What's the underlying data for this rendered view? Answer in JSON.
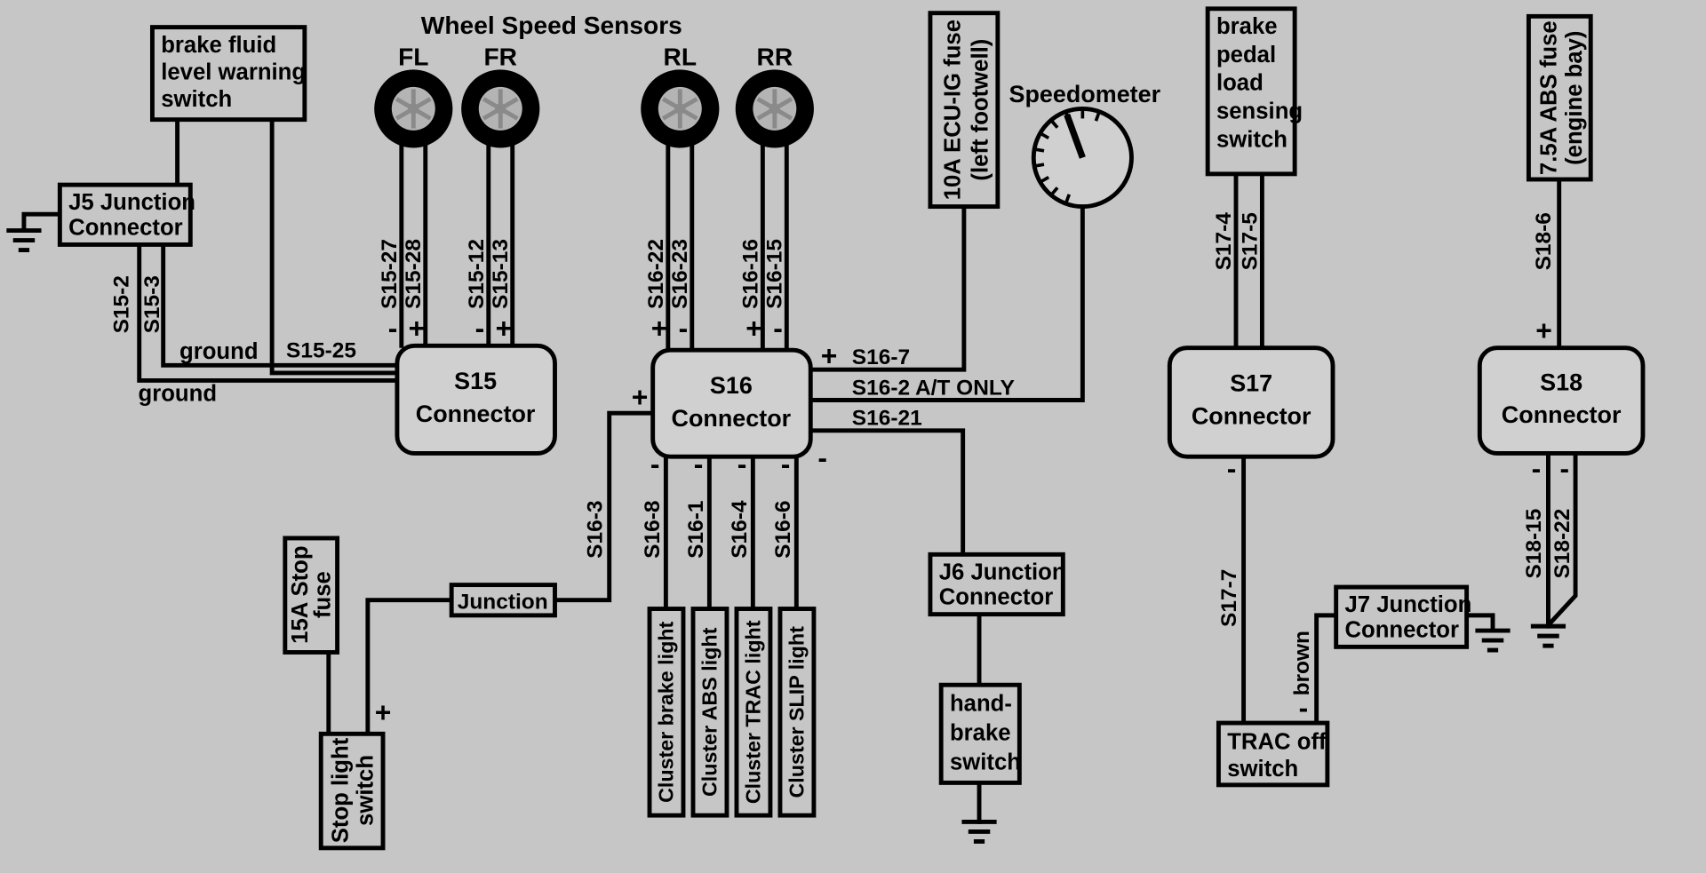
{
  "title": "Wheel Speed Sensors",
  "wheels": {
    "fl": "FL",
    "fr": "FR",
    "rl": "RL",
    "rr": "RR"
  },
  "components": {
    "brake_fluid_switch": [
      "brake fluid",
      "level warning",
      "switch"
    ],
    "j5_junction": [
      "J5 Junction",
      "Connector"
    ],
    "s15_connector": [
      "S15",
      "Connector"
    ],
    "s16_connector": [
      "S16",
      "Connector"
    ],
    "s17_connector": [
      "S17",
      "Connector"
    ],
    "s18_connector": [
      "S18",
      "Connector"
    ],
    "ecu_ig_fuse": [
      "10A ECU-IG fuse",
      "(left footwell)"
    ],
    "speedometer": "Speedometer",
    "brake_pedal_switch": [
      "brake",
      "pedal",
      "load",
      "sensing",
      "switch"
    ],
    "abs_fuse": [
      "7.5A ABS fuse",
      "(engine bay)"
    ],
    "stop_fuse": [
      "15A Stop",
      "fuse"
    ],
    "stop_light_switch": [
      "Stop light",
      "switch"
    ],
    "junction": "Junction",
    "j6_junction": [
      "J6 Junction",
      "Connector"
    ],
    "j7_junction": [
      "J7 Junction",
      "Connector"
    ],
    "handbrake_switch": [
      "hand-",
      "brake",
      "switch"
    ],
    "trac_off_switch": [
      "TRAC off",
      "switch"
    ],
    "cluster_lights": [
      "Cluster brake light",
      "Cluster ABS light",
      "Cluster TRAC light",
      "Cluster SLIP light"
    ]
  },
  "pins": {
    "s15_2": "S15-2",
    "s15_3": "S15-3",
    "s15_25": "S15-25",
    "s15_27": "S15-27",
    "s15_28": "S15-28",
    "s15_12": "S15-12",
    "s15_13": "S15-13",
    "s16_22": "S16-22",
    "s16_23": "S16-23",
    "s16_16": "S16-16",
    "s16_15": "S16-15",
    "s16_7": "S16-7",
    "s16_2_at_only": "S16-2  A/T ONLY",
    "s16_21": "S16-21",
    "s16_3": "S16-3",
    "s16_8": "S16-8",
    "s16_1": "S16-1",
    "s16_4": "S16-4",
    "s16_6": "S16-6",
    "s17_4": "S17-4",
    "s17_5": "S17-5",
    "s17_7": "S17-7",
    "s18_6": "S18-6",
    "s18_15": "S18-15",
    "s18_22": "S18-22"
  },
  "labels": {
    "ground_1": "ground",
    "ground_2": "ground",
    "wire_color_brown": "brown",
    "plus": "+",
    "minus": "-"
  },
  "colors": {
    "background": "#c6c6c6",
    "wire": "#000000",
    "box_fill": "#c6c6c6",
    "connector_fill": "#d0d0d0",
    "tire": "#000000",
    "rim": "#b4b4b4",
    "spokes": "#8a8a8a"
  }
}
